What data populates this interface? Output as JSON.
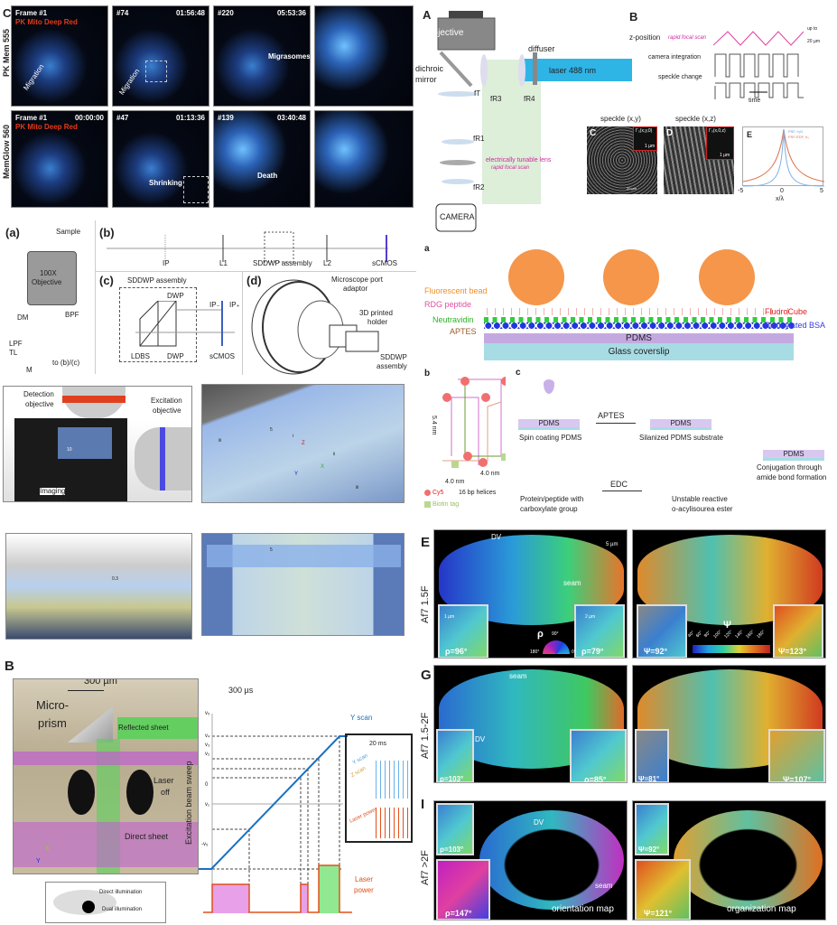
{
  "panel_c_cells": {
    "label": "C",
    "row1_side": "PK Mem 555",
    "row2_side": "MemGlow 560",
    "r1": [
      {
        "frame": "Frame #1",
        "sub": "PK Mito Deep Red",
        "time": ""
      },
      {
        "frame": "#74",
        "time": "01:56:48"
      },
      {
        "frame": "#220",
        "time": "05:53:36"
      }
    ],
    "r2": [
      {
        "frame": "Frame #1",
        "sub": "PK Mito Deep Red",
        "time": "00:00:00"
      },
      {
        "frame": "#47",
        "time": "01:13:36"
      },
      {
        "frame": "#139",
        "time": "03:40:48"
      }
    ],
    "migration": "Migration",
    "migrasomes": "Migrasomes",
    "shrinking": "Shrinking",
    "death": "Death"
  },
  "panel_optics": {
    "label_a": "A",
    "objective": "objective",
    "dichroic": "dichroic",
    "mirror": "mirror",
    "diffuser": "diffuser",
    "laser": "laser 488 nm",
    "fT": "fT",
    "fR3": "fR3",
    "fR4": "fR4",
    "fR1": "fR1",
    "fR2": "fR2",
    "etl": "electrically tunable lens",
    "etl_sub": "rapid focal scan",
    "camera": "CAMERA",
    "label_b": "B",
    "zpos": "z-position",
    "zpos_sub": "rapid focal scan",
    "upto": "up to",
    "upto2": "20 µm",
    "cam_int": "camera integration",
    "speckle_change": "speckle change",
    "time": "time",
    "speckle_xy": "speckle (x,y)",
    "speckle_xz": "speckle (x,z)",
    "label_c": "C",
    "label_d": "D",
    "label_e": "E",
    "gamma_xy": "Γ₃(x,y,0)",
    "gamma_xz": "Γ₃(x,0,z)",
    "scale_1um": "1 µm",
    "scale_20um": "20 µm",
    "legend1": "PSF, h₂D",
    "legend2": "PSF-EDF, h₃",
    "xm5": "-5",
    "x0": "0",
    "x5": "5",
    "xlabel": "x/λ"
  },
  "panel_sddwp": {
    "a": "(a)",
    "sample": "Sample",
    "objective1": "100X",
    "objective2": "Objective",
    "dm": "DM",
    "bpf": "BPF",
    "lpf": "LPF",
    "tl": "TL",
    "m": "M",
    "to": "to (b)/(c)",
    "b": "(b)",
    "ip": "IP",
    "l1": "L1",
    "assembly": "SDDWP assembly",
    "l2": "L2",
    "scmos": "sCMOS",
    "c": "(c)",
    "c_title": "SDDWP assembly",
    "dwp": "DWP",
    "ldbs": "LDBS",
    "ipm": "IP₋",
    "ipp": "IP₊",
    "d": "(d)",
    "port1": "Microscope port",
    "port2": "adaptor",
    "holder1": "3D printed",
    "holder2": "holder",
    "sdd1": "SDDWP",
    "sdd2": "assembly"
  },
  "panel_render": {
    "det1": "Detection",
    "det2": "objective",
    "exc1": "Excitation",
    "exc2": "objective",
    "ch1": "Imaging",
    "ch2": "chamber",
    "s10": "10",
    "s5": "5",
    "s5b": "5",
    "i": "i",
    "ii": "ii",
    "iii": "iii",
    "x": "X",
    "y": "Y",
    "z": "Z",
    "s03": "0.3"
  },
  "panel_sheet": {
    "label": "B",
    "scale_um": "300 µm",
    "scale_us": "300 µs",
    "prism1": "Micro-",
    "prism2": "prism",
    "reflected": "Reflected sheet",
    "laser_off1": "Laser",
    "laser_off2": "off",
    "direct": "Direct sheet",
    "sweep": "Excitation beam sweep",
    "x": "X",
    "y": "Y",
    "direct_ill": "Direct illumination",
    "dual_ill": "Dual illumination",
    "v5": "v₅",
    "v4": "v₄",
    "v3": "v₃",
    "v2": "v₂",
    "zero": "0",
    "v1": "v₁",
    "mv5": "-v₅",
    "yscan": "Y scan",
    "inset_ms": "20 ms",
    "inset_y": "Y scan",
    "inset_z": "Z scan",
    "inset_lp": "Laser power",
    "laser_power1": "Laser",
    "laser_power2": "power"
  },
  "panel_substrate": {
    "a": "a",
    "bead": "Fluorescent bead",
    "rdg": "RDG peptide",
    "neutravidin": "Neutravidin",
    "aptes": "APTES",
    "fluorocube": "FluoroCube",
    "bsa": "Biotinylated BSA",
    "pdms": "PDMS",
    "glass": "Glass coverslip",
    "b": "b",
    "nm54": "5.4 nm",
    "nm40a": "4.0 nm",
    "nm40b": "4.0 nm",
    "cy5": "Cy5",
    "helices": "16 bp helices",
    "biotin": "Biotin tag",
    "c": "c",
    "spin": "Spin coating PDMS",
    "aptes_arrow": "APTES",
    "silanized": "Silanized PDMS substrate",
    "conj1": "Conjugation through",
    "conj2": "amide bond formation",
    "protein1": "Protein/peptide with",
    "protein2": "carboxylate group",
    "edc": "EDC",
    "unstable1": "Unstable reactive",
    "unstable2": "o-acylisourea ester"
  },
  "panel_maps": {
    "E": "E",
    "G": "G",
    "I": "I",
    "rowE": "Af7 1.5F",
    "rowG": "Af7 1.5-2F",
    "rowI": "Af7 >2F",
    "dv": "DV",
    "seam": "seam",
    "scale5": "5 µm",
    "scale1": "1 µm",
    "scale2": "2 µm",
    "rho": "ρ",
    "psi": "Ψ",
    "deg90": "90°",
    "deg180": "180°",
    "deg0": "0°",
    "psi_ticks": [
      "40°",
      "60°",
      "80°",
      "100°",
      "120°",
      "140°",
      "160°",
      "180°"
    ],
    "E_vals": [
      "ρ=96°",
      "ρ=79°",
      "Ψ=92°",
      "Ψ=123°"
    ],
    "G_vals": [
      "ρ=103°",
      "ρ=85°",
      "Ψ=81°",
      "Ψ=107°"
    ],
    "I_vals": [
      "ρ=103°",
      "ρ=147°",
      "Ψ=92°",
      "Ψ=121°"
    ],
    "orient": "orientation map",
    "organ": "organization map"
  }
}
